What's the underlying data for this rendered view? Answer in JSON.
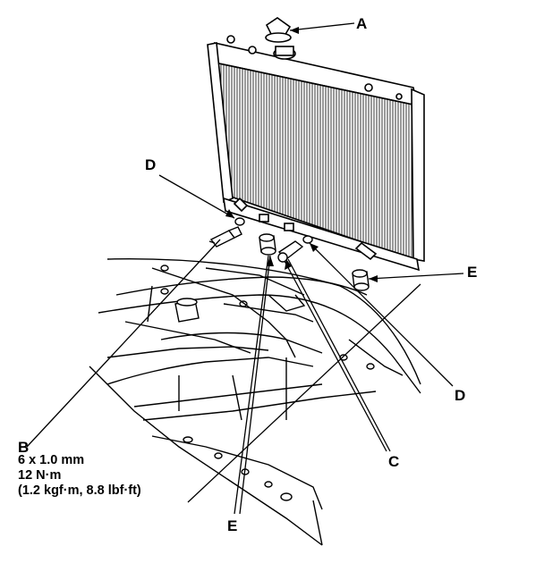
{
  "callouts": {
    "a": "A",
    "b": "B",
    "c": "C",
    "d_top": "D",
    "d_bottom": "D",
    "e_right": "E",
    "e_bottom": "E"
  },
  "torque_spec": {
    "bolt_size": "6 x 1.0 mm",
    "torque_nm": "12 N·m",
    "torque_alt": "(1.2 kgf·m, 8.8 lbf·ft)"
  }
}
